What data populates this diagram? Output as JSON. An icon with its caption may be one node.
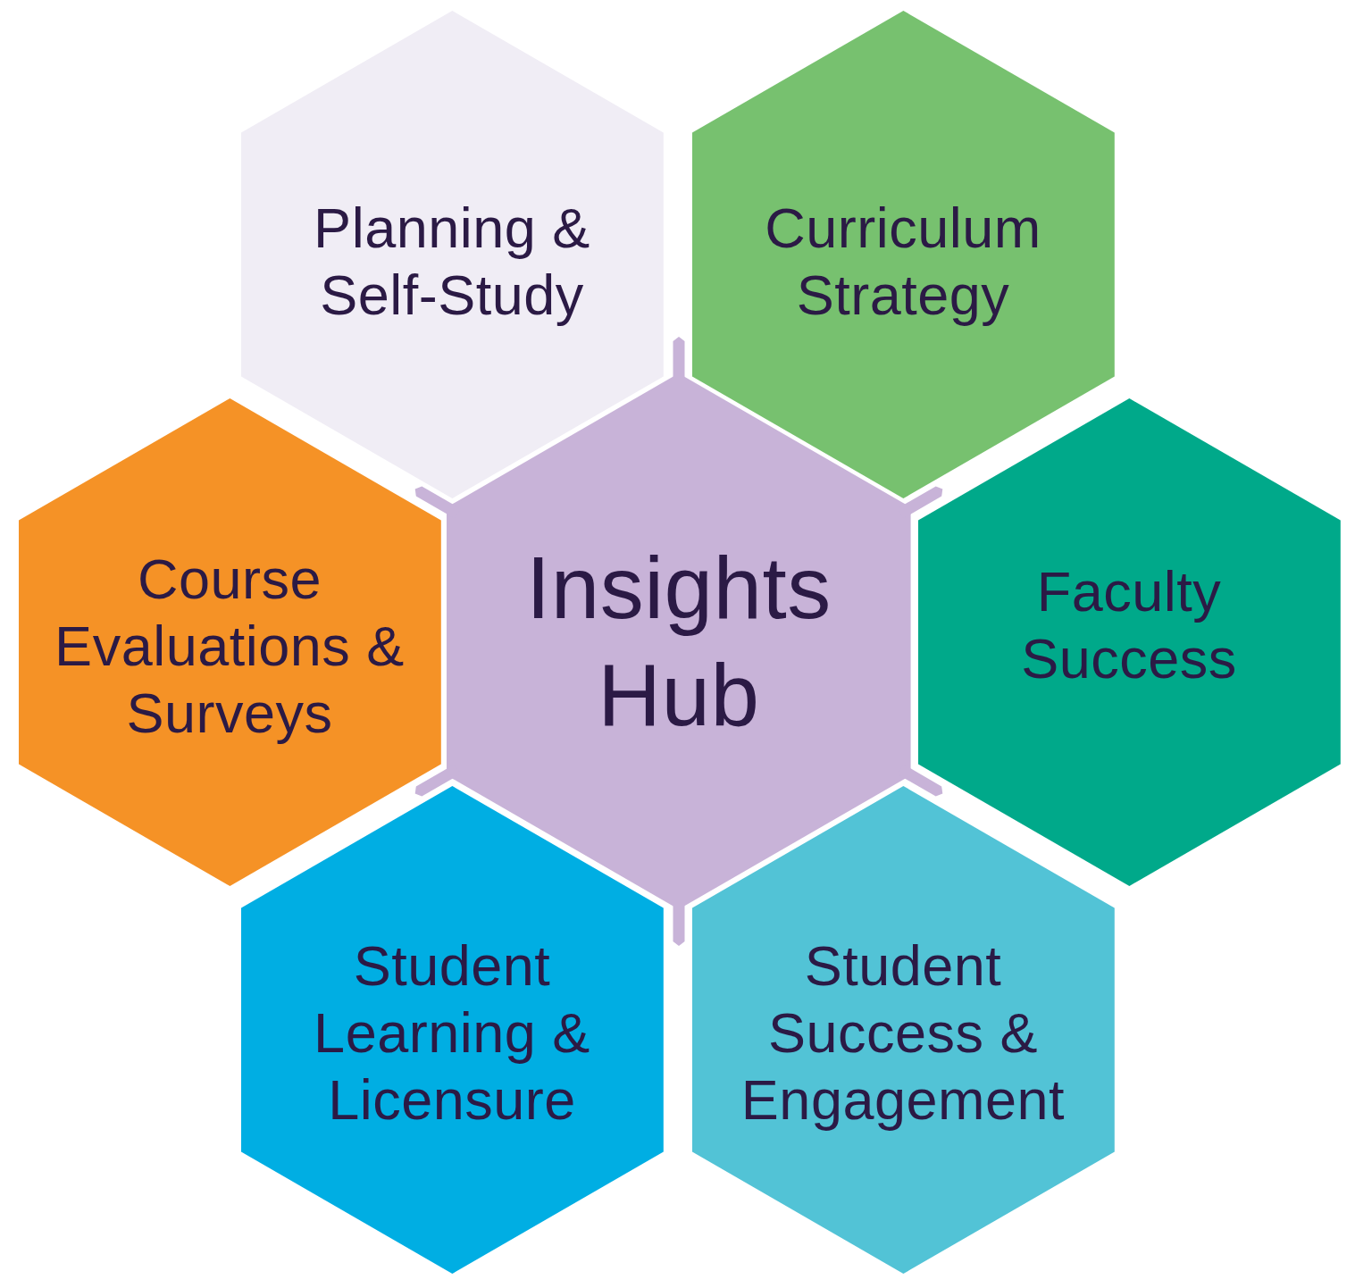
{
  "diagram": {
    "nodes": [
      {
        "text": [
          "Planning & Self-Study"
        ]
      },
      {
        "text": [
          "Curriculum Strategy"
        ]
      },
      {
        "text": [
          "Course Evaluations & Surveys"
        ]
      },
      {
        "text": [
          "Insights Hub"
        ]
      },
      {
        "text": [
          "Faculty Success"
        ]
      },
      {
        "text": [
          "Student Learning & Licensure"
        ]
      },
      {
        "text": [
          "Student Success & Engagement"
        ]
      }
    ]
  }
}
